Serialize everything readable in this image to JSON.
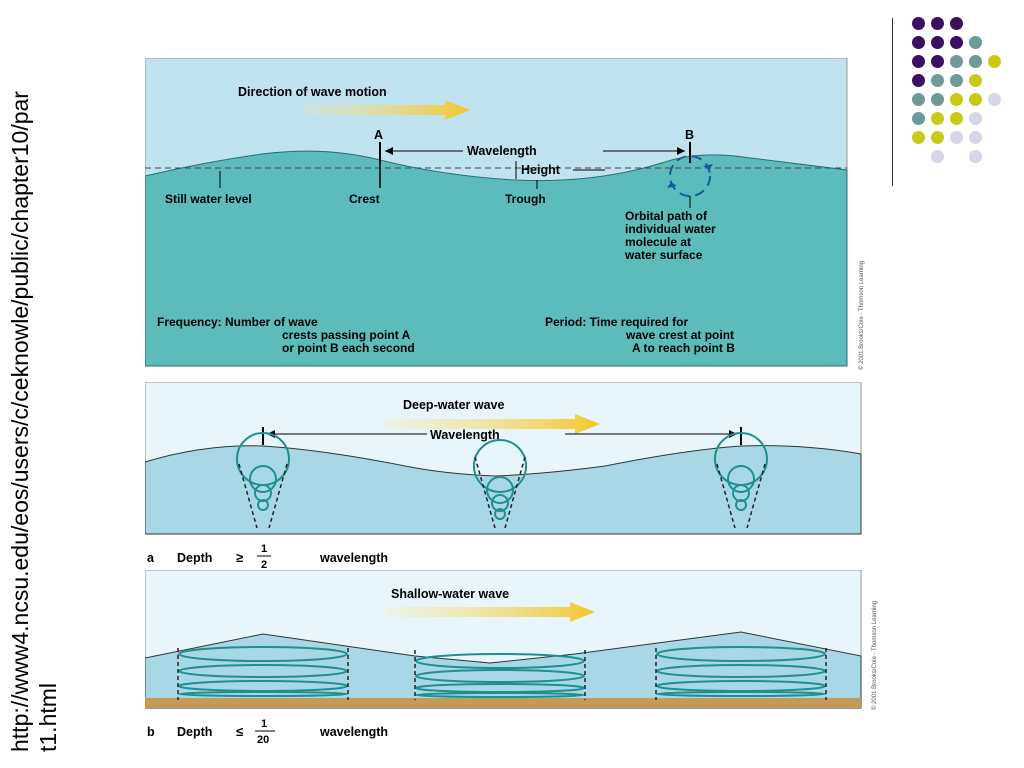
{
  "url_text": "http://www4.ncsu.edu/eos/users/c/ceknowle/public/chapter10/part1.html",
  "url_line1": "http://www4.ncsu.edu/eos/users/c/ceknowle/public/chapter10/par",
  "url_line2": "t1.html",
  "colors": {
    "purple": "#3b1061",
    "teal": "#6e9a9a",
    "yellow": "#c9c91a",
    "lavender": "#d6d6ea",
    "water": "#5cbcbc",
    "sky": "#bfe3ef",
    "light_water": "#a8d8e6",
    "sand": "#c49a5a",
    "arrow": "#f2c62c"
  },
  "fig1": {
    "direction": "Direction of wave motion",
    "a": "A",
    "b": "B",
    "wavelength": "Wavelength",
    "height": "Height",
    "still": "Still water level",
    "crest": "Crest",
    "trough": "Trough",
    "orbital1": "Orbital path of",
    "orbital2": "individual water",
    "orbital3": "molecule at",
    "orbital4": "water surface",
    "freq1": "Frequency: Number of wave",
    "freq2": "crests passing point A",
    "freq3": "or point B each second",
    "period1": "Period: Time required for",
    "period2": "wave crest at point",
    "period3": "A to reach point B"
  },
  "fig2": {
    "title": "Deep-water wave",
    "wavelength": "Wavelength",
    "caption_letter": "a",
    "caption_depth": "Depth",
    "caption_sign": "≥",
    "caption_num": "1",
    "caption_den": "2",
    "caption_word": "wavelength"
  },
  "fig3": {
    "title": "Shallow-water wave",
    "caption_letter": "b",
    "caption_depth": "Depth",
    "caption_sign": "≤",
    "caption_num": "1",
    "caption_den": "20",
    "caption_word": "wavelength"
  },
  "credit1": "© 2001 Brooks/Cole - Thomson Learning",
  "credit2": "© 2001 Brooks/Cole - Thomson Learning"
}
